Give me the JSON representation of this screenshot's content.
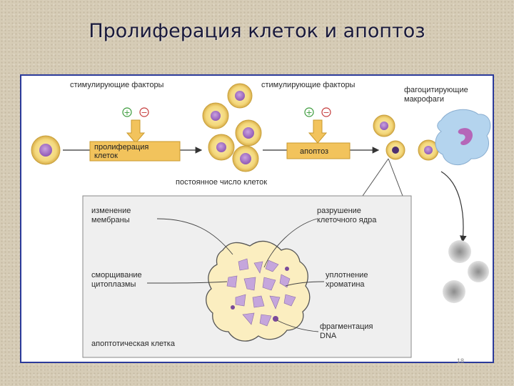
{
  "title": "Пролиферация клеток и апоптоз",
  "labels": {
    "stimulating_factors_1": "стимулирующие факторы",
    "stimulating_factors_2": "стимулирующие факторы",
    "proliferation_l1": "пролиферация",
    "proliferation_l2": "клеток",
    "apoptosis": "апоптоз",
    "constant_cell_number": "постоянное число клеток",
    "phagocytic_l1": "фагоцитирующие",
    "phagocytic_l2": "макрофаги",
    "membrane_change_l1": "изменение",
    "membrane_change_l2": "мембраны",
    "cytoplasm_shrink_l1": "сморщивание",
    "cytoplasm_shrink_l2": "цитоплазмы",
    "nucleus_destruction_l1": "разрушение",
    "nucleus_destruction_l2": "клеточного ядра",
    "chromatin_l1": "уплотнение",
    "chromatin_l2": "хроматина",
    "dna_frag_l1": "фрагментация",
    "dna_frag_l2": "DNA",
    "apoptotic_cell": "апоптотическая клетка",
    "plus_sign": "+",
    "minus_sign": "−"
  },
  "colors": {
    "cell_fill": "#f3d77a",
    "cell_edge": "#c9a23e",
    "nucleus": "#a978c8",
    "arrow_box": "#f2c35c",
    "macrophage": "#b4d4ee",
    "inset_bg": "#efefef",
    "fragment": "#c5a6dc"
  },
  "page_number": "18"
}
